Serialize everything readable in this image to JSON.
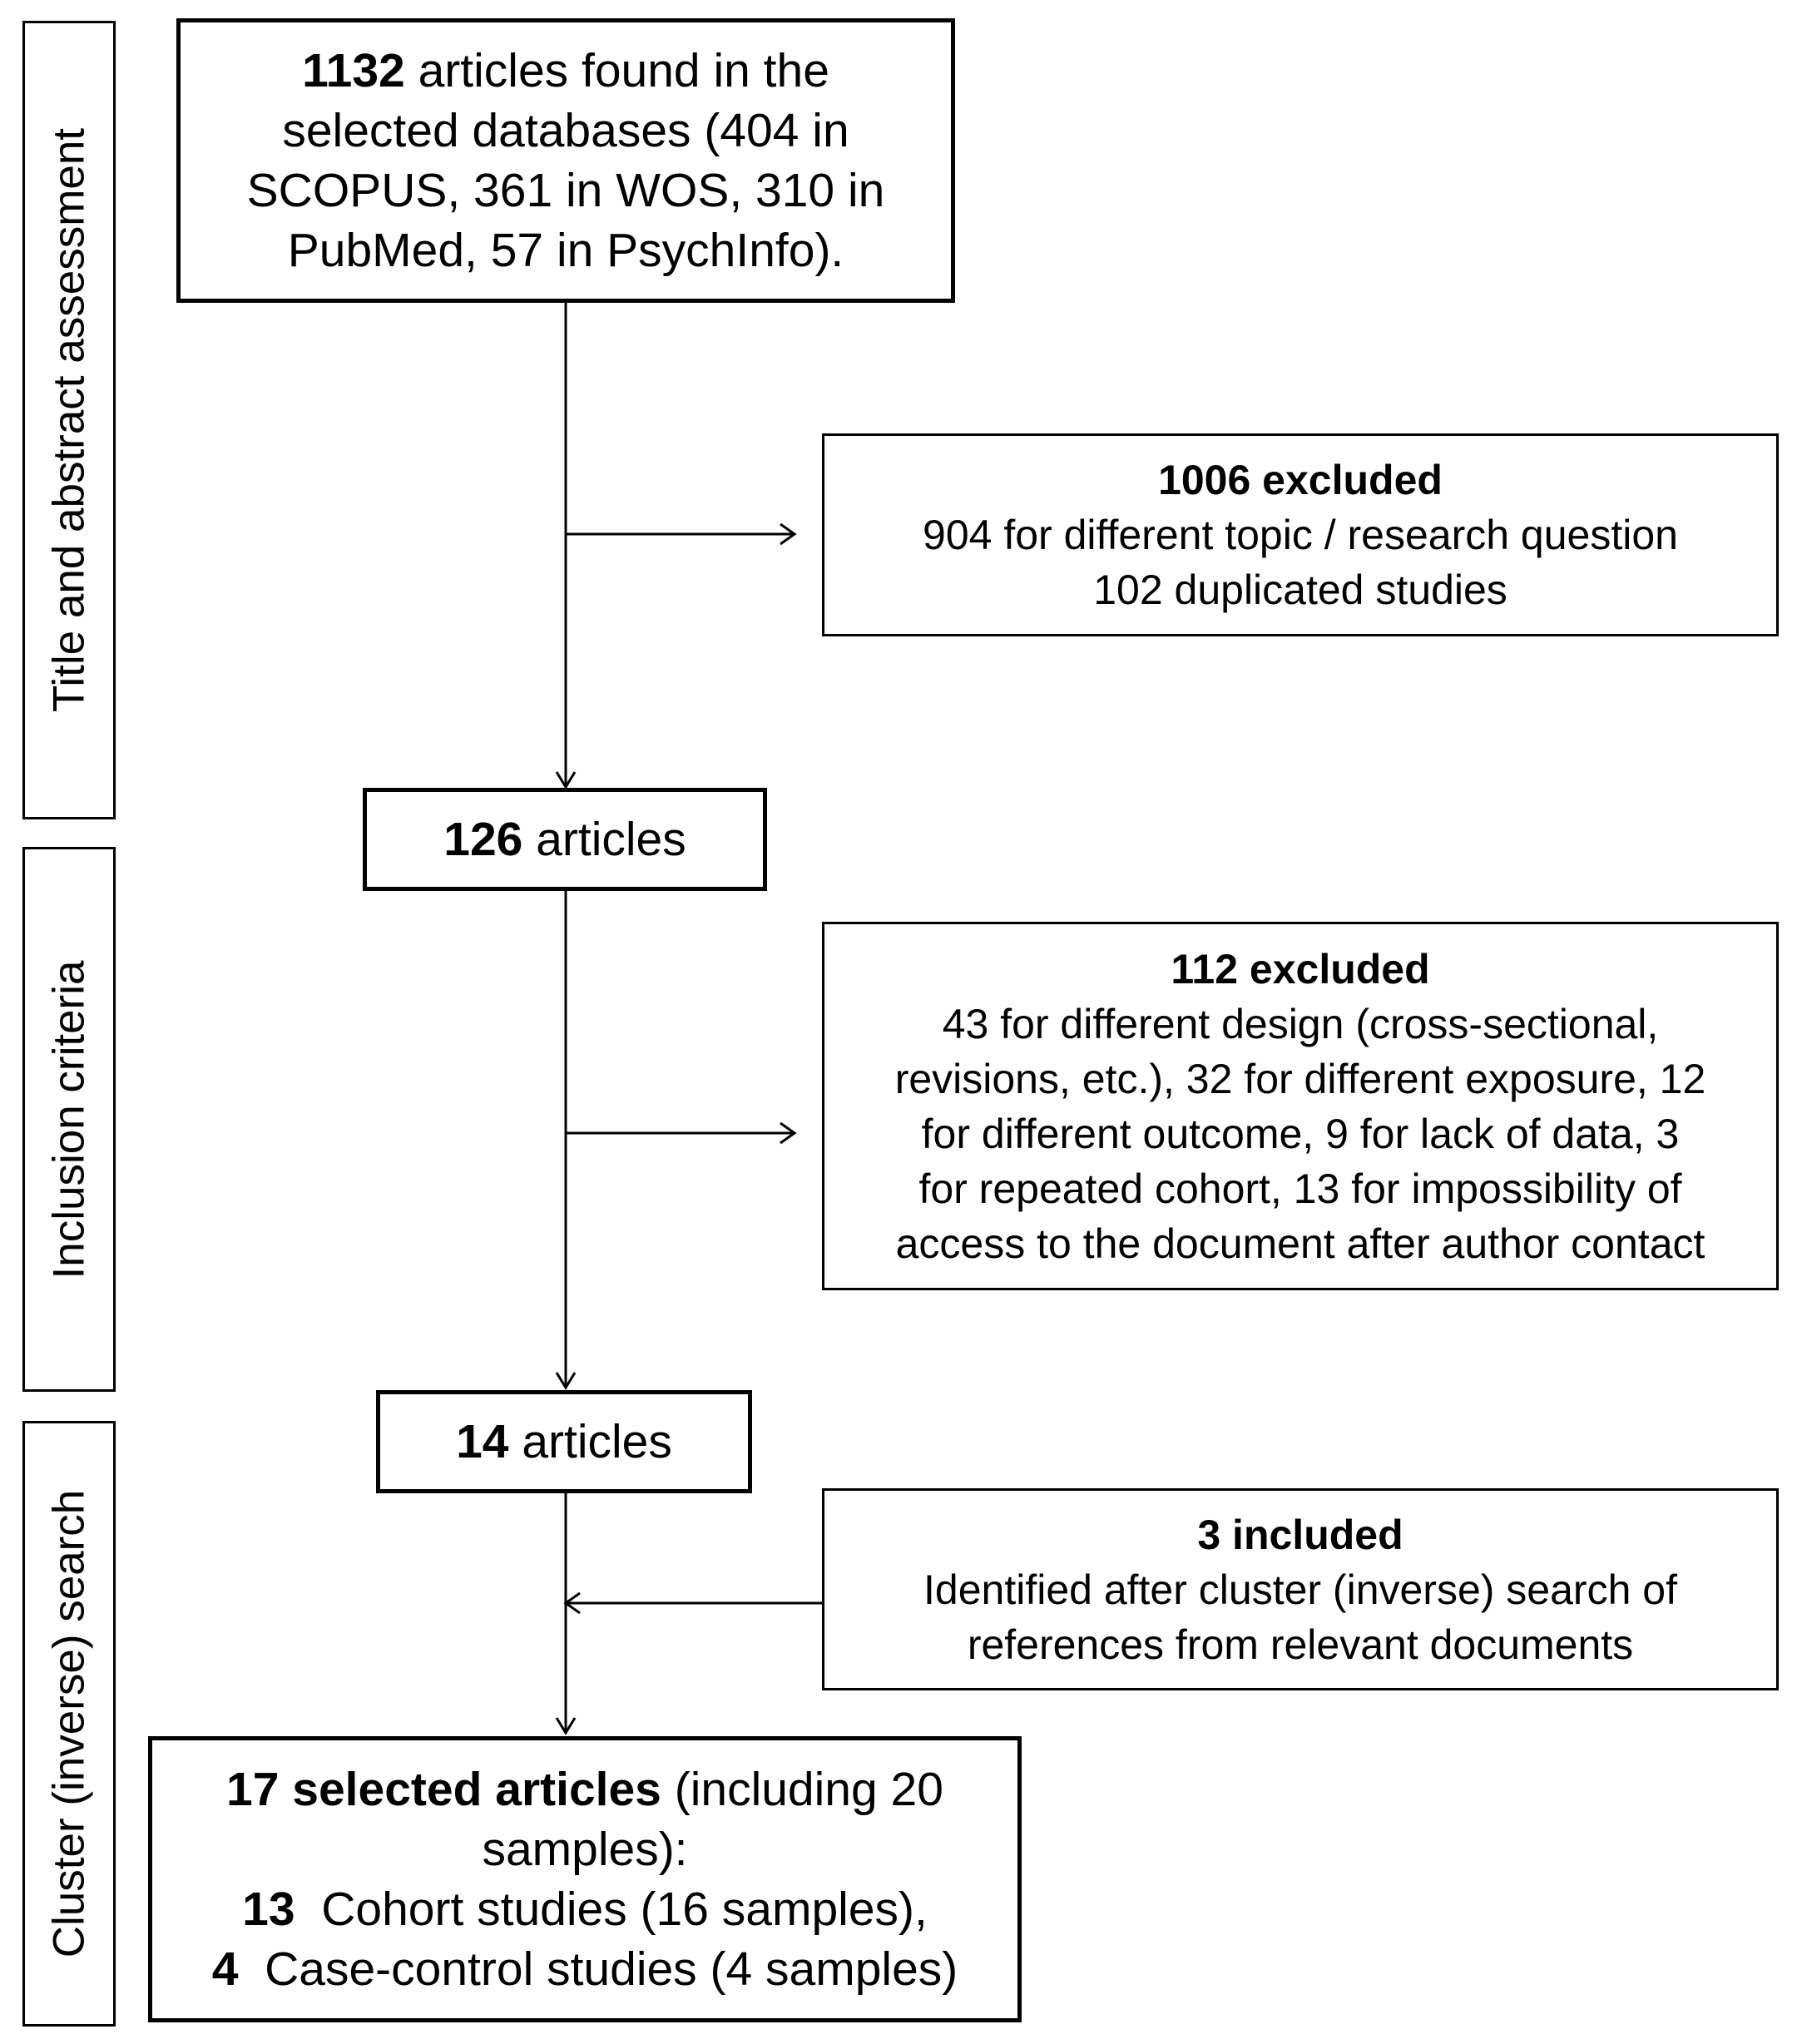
{
  "stages": {
    "title_abstract": "Title and abstract assessment",
    "inclusion": "Inclusion criteria",
    "cluster": "Cluster (inverse) search"
  },
  "found": {
    "count": "1132",
    "line1": " articles found in the",
    "line2": "selected databases (404 in",
    "line3": "SCOPUS, 361 in WOS, 310 in",
    "line4": "PubMed, 57 in PsychInfo)."
  },
  "excluded1": {
    "title": "1006 excluded",
    "line1": "904 for different topic / research question",
    "line2": "102 duplicated studies"
  },
  "articles126": {
    "count": "126",
    "text": " articles"
  },
  "excluded2": {
    "title": "112 excluded",
    "line1": "43 for different design (cross-sectional,",
    "line2": "revisions, etc.), 32 for different exposure, 12",
    "line3": "for different outcome, 9 for lack of data, 3",
    "line4": "for repeated cohort, 13 for impossibility of",
    "line5": "access to the document after author contact"
  },
  "articles14": {
    "count": "14",
    "text": " articles"
  },
  "included": {
    "title": "3 included",
    "line1": "Identified after cluster (inverse) search of",
    "line2": "references from relevant documents"
  },
  "final": {
    "selected": "17 selected articles",
    "line1_rest": " (including 20",
    "line2": "samples):",
    "cohort_count": "13",
    "cohort_text": "  Cohort studies (16 samples),",
    "case_count": "4",
    "case_text": "  Case-control studies (4 samples)"
  }
}
